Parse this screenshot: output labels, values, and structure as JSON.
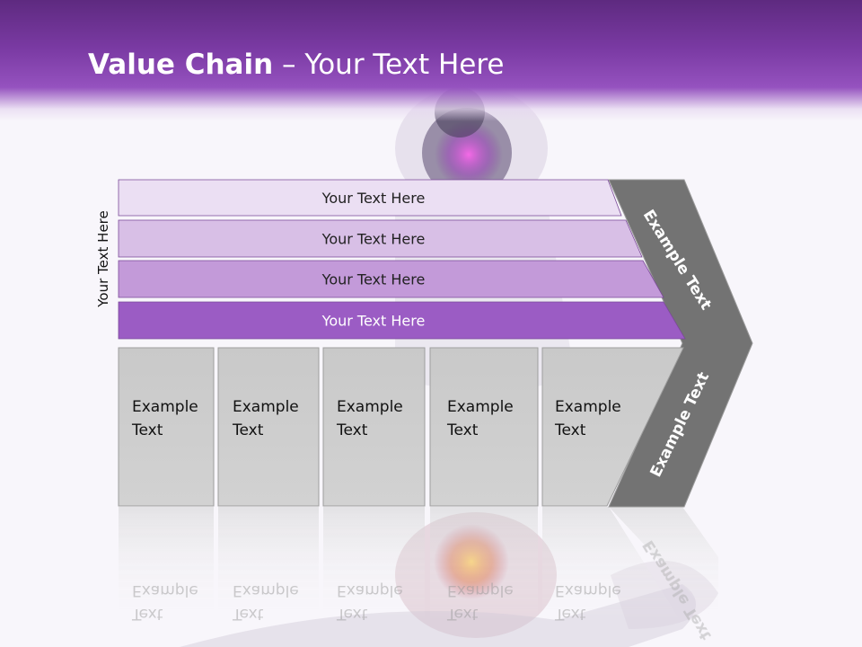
{
  "title": {
    "bold": "Value Chain",
    "rest": " – Your Text Here"
  },
  "side_label": "Your Text Here",
  "rows": [
    {
      "label": "Your Text Here",
      "color": "#ebdff3"
    },
    {
      "label": "Your Text Here",
      "color": "#d8bfe6"
    },
    {
      "label": "Your Text Here",
      "color": "#c39ad9"
    },
    {
      "label": "Your Text Here",
      "color": "#9b5cc4"
    }
  ],
  "boxes": [
    {
      "line1": "Example",
      "line2": "Text"
    },
    {
      "line1": "Example",
      "line2": "Text"
    },
    {
      "line1": "Example",
      "line2": "Text"
    },
    {
      "line1": "Example",
      "line2": "Text"
    },
    {
      "line1": "Example",
      "line2": "Text"
    }
  ],
  "chevron_top": "Example Text",
  "chevron_bottom": "Example Text",
  "colors": {
    "header": "#7a3aa3",
    "box_fill": "#cccccc",
    "chevron": "#737373"
  }
}
